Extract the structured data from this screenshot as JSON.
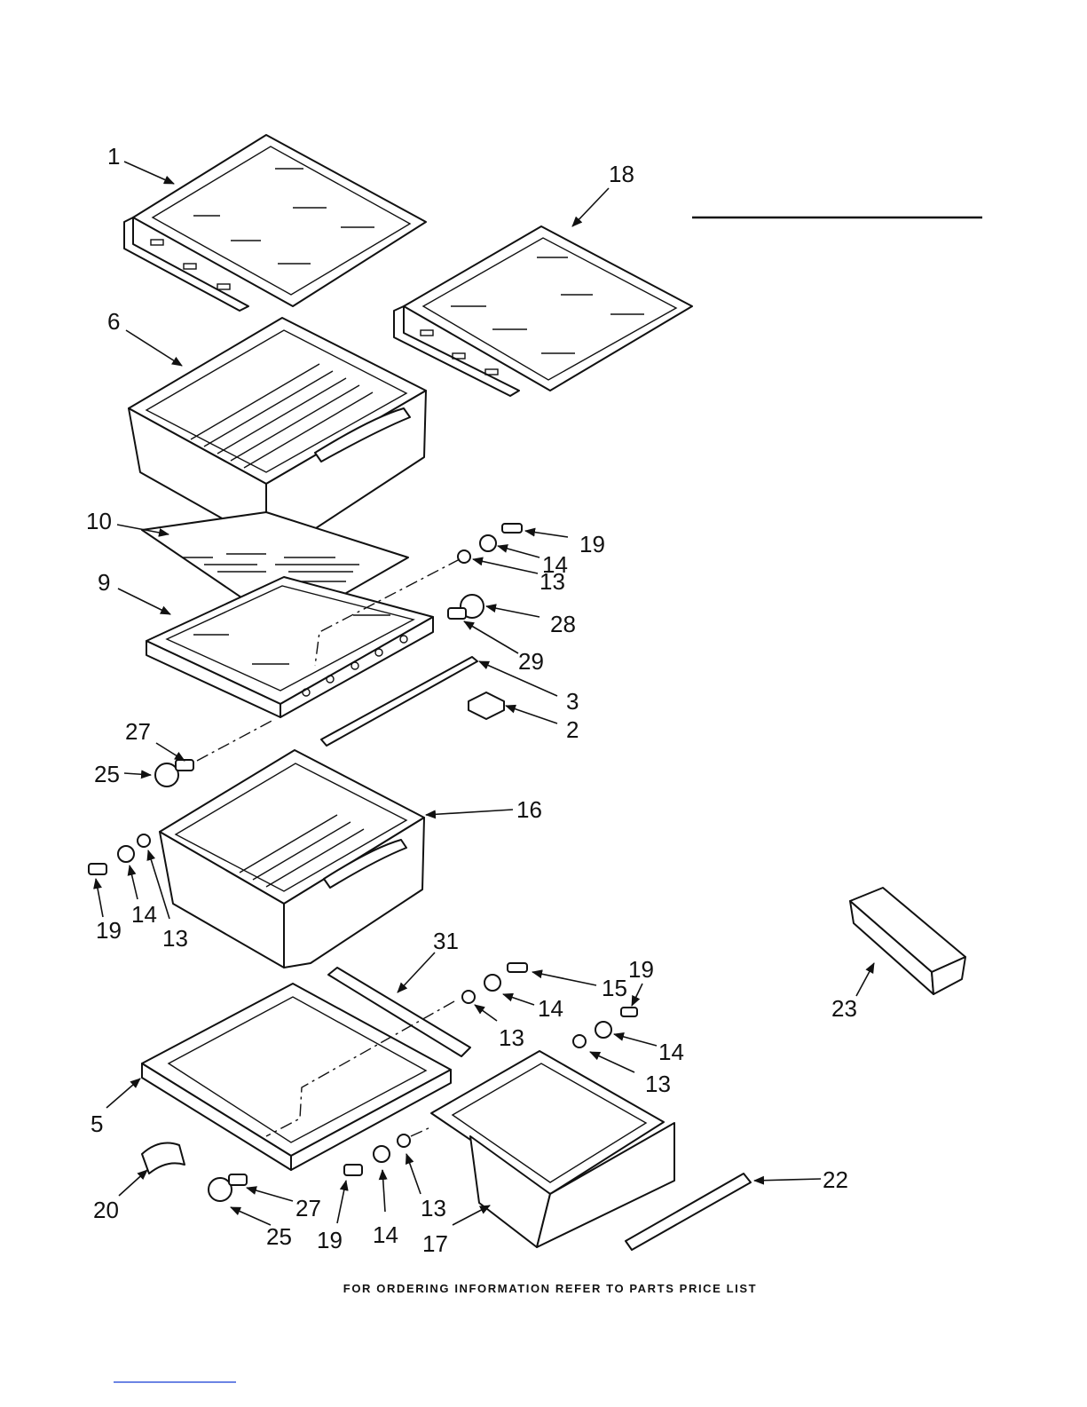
{
  "footer": {
    "text": "FOR ORDERING INFORMATION REFER TO PARTS PRICE LIST"
  },
  "callouts": {
    "c1": "1",
    "c18": "18",
    "c6": "6",
    "c10": "10",
    "c9": "9",
    "c19a": "19",
    "c14a": "14",
    "c13a": "13",
    "c28": "28",
    "c29": "29",
    "c3": "3",
    "c2": "2",
    "c27a": "27",
    "c25a": "25",
    "c16": "16",
    "c19b": "19",
    "c14b": "14",
    "c13b": "13",
    "c31": "31",
    "c15": "15",
    "c14c": "14",
    "c13c": "13",
    "c19c": "19",
    "c14d": "14",
    "c13d": "13",
    "c23": "23",
    "c5": "5",
    "c20": "20",
    "c27b": "27",
    "c25b": "25",
    "c19d": "19",
    "c14e": "14",
    "c13e": "13",
    "c17": "17",
    "c22": "22"
  }
}
